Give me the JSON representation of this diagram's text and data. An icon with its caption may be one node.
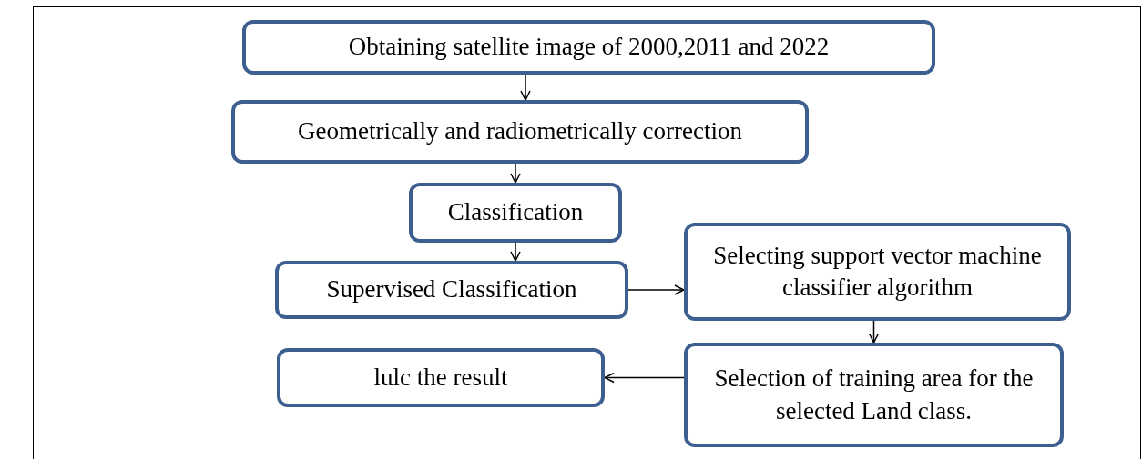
{
  "diagram": {
    "nodes": [
      {
        "text": [
          "Obtaining satellite image  of 2000,2011 and 2022"
        ]
      },
      {
        "text": [
          "Geometrically and radiometrically correction"
        ]
      },
      {
        "text": [
          "Classification"
        ]
      },
      {
        "text": [
          "Supervised Classification"
        ]
      },
      {
        "text": [
          "Selecting support vector machine classifier algorithm"
        ]
      },
      {
        "text": [
          "lulc the result"
        ]
      },
      {
        "text": [
          "Selection of training area for the selected Land class."
        ]
      }
    ],
    "edges": [
      {
        "from": 0,
        "to": 1,
        "arrow": "to"
      },
      {
        "from": 1,
        "to": 2,
        "arrow": "to"
      },
      {
        "from": 2,
        "to": 3,
        "arrow": "to"
      },
      {
        "from": 3,
        "to": 4,
        "arrow": "to"
      },
      {
        "from": 4,
        "to": 6,
        "arrow": "to"
      },
      {
        "from": 6,
        "to": 5,
        "arrow": "to"
      }
    ]
  }
}
